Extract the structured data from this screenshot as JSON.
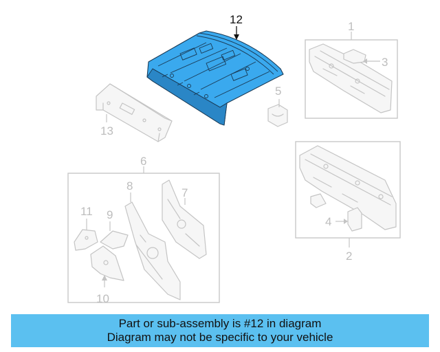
{
  "diagram": {
    "highlighted_part": "12",
    "callouts": {
      "c1": "1",
      "c2": "2",
      "c3": "3",
      "c4": "4",
      "c5": "5",
      "c6": "6",
      "c7": "7",
      "c8": "8",
      "c9": "9",
      "c10": "10",
      "c11": "11",
      "c12": "12",
      "c13": "13"
    },
    "colors": {
      "highlight": "#3aa9ee",
      "ghost": "#c4c4c4",
      "banner": "#5bc0f0"
    }
  },
  "banner": {
    "line1": "Part or sub-assembly is #12 in diagram",
    "line2": "Diagram may not be specific to your vehicle"
  }
}
